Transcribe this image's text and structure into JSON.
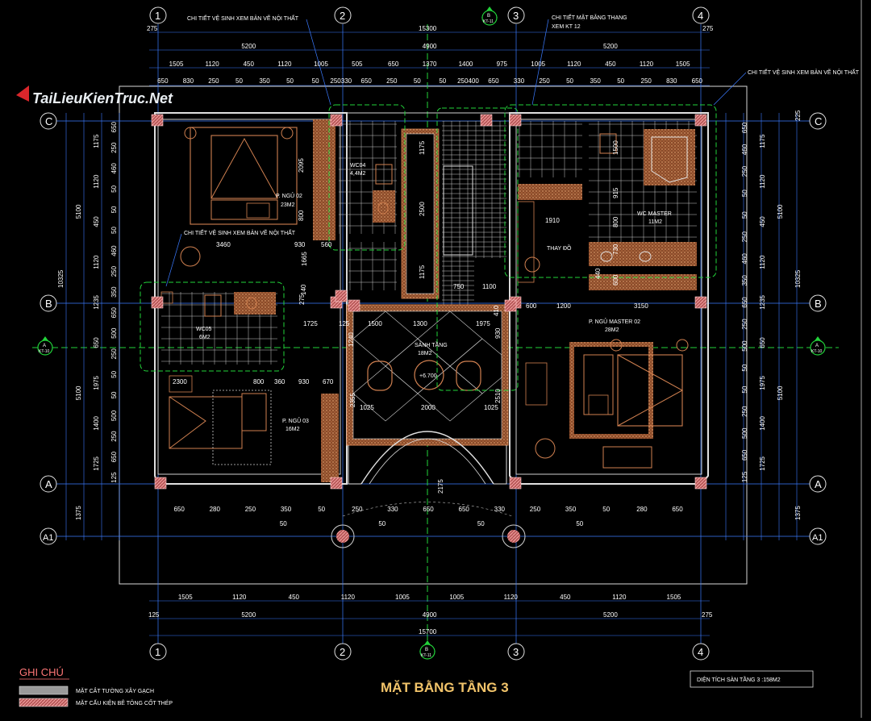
{
  "watermark": "TaiLieuKienTruc.Net",
  "title": "MẶT BẰNG TẦNG 3",
  "area_note": "DIỆN TÍCH SÀN TẦNG 3 :158M2",
  "legend": {
    "heading": "GHI CHÚ",
    "items": [
      "MẶT CẮT TƯỜNG XÂY GẠCH",
      "MẶT CẤU KIỆN BÊ TÔNG CỐT THÉP"
    ]
  },
  "grid": {
    "col_labels": [
      "1",
      "2",
      "3",
      "4"
    ],
    "row_labels": [
      "C",
      "B",
      "A",
      "A1"
    ],
    "section_marker": {
      "letter": "B",
      "sheet": "KT-11"
    },
    "side_marker": {
      "letter": "A",
      "sheet": "KT-10"
    }
  },
  "callouts": {
    "wc_detail_top": "CHI TIẾT VỆ SINH XEM BẢN VẼ NỘI THẤT",
    "stair_detail_1": "CHI TIẾT MẶT BẰNG THANG",
    "stair_detail_2": "XEM KT 12",
    "wc_detail_right": "CHI TIẾT VỆ SINH XEM BẢN VẼ NỘI THẤT",
    "wc_detail_mid": "CHI TIẾT VỆ SINH XEM BẢN VẼ NỘI THẤT"
  },
  "rooms": {
    "bed02_name": "P. NGỦ 02",
    "bed02_area": "23M2",
    "wc04_name": "WC04",
    "wc04_area": "4,4M2",
    "wc05_name": "WC05",
    "wc05_area": "6M2",
    "bed03_name": "P. NGỦ 03",
    "bed03_area": "16M2",
    "hall_name": "SẢNH TẦNG",
    "hall_area": "18M2",
    "level": "+6.700",
    "wcm_name": "WC MASTER",
    "wcm_area": "11M2",
    "change_name": "THAY ĐỒ",
    "master_name": "P. NGỦ MASTER 02",
    "master_area": "28M2"
  },
  "dims": {
    "top_total": "15300",
    "top_l2": [
      "5200",
      "4900",
      "5200"
    ],
    "top_l3": [
      "1505",
      "1120",
      "450",
      "1120",
      "1005",
      "505",
      "650",
      "1370",
      "1400",
      "975",
      "1005",
      "1120",
      "450",
      "1120",
      "1505"
    ],
    "top_l4": [
      "650",
      "830",
      "250",
      "50",
      "350",
      "50",
      "50",
      "250330",
      "650",
      "250",
      "50",
      "50",
      "250400",
      "650",
      "330",
      "250",
      "50",
      "350",
      "50",
      "250",
      "830",
      "650"
    ],
    "bottom_l1": [
      "1505",
      "1120",
      "450",
      "1120",
      "1005",
      "1005",
      "1120",
      "450",
      "1120",
      "1505"
    ],
    "bottom_l2": [
      "5200",
      "4900",
      "5200"
    ],
    "bottom_l3": "15700",
    "bottom_small_top": "125",
    "bottom_small_right": "275",
    "low_dims": [
      "650",
      "280",
      "250",
      "350",
      "50",
      "250",
      "330",
      "650",
      "650",
      "330",
      "250",
      "350",
      "50",
      "280",
      "650",
      "50",
      "50",
      "50",
      "50"
    ],
    "left_total": "10325",
    "left_l2": [
      "5100",
      "5100"
    ],
    "left_l3": [
      "1175",
      "1120",
      "450",
      "1120",
      "1235",
      "650",
      "1975",
      "1400",
      "1725"
    ],
    "left_l4": [
      "650",
      "250",
      "460",
      "50",
      "50",
      "50",
      "460",
      "250",
      "350",
      "650",
      "500",
      "250",
      "50",
      "50",
      "500",
      "250",
      "650",
      "125"
    ],
    "left_bottom": "1375",
    "right_total": "10325",
    "right_l2": [
      "5100",
      "5100"
    ],
    "right_l3": [
      "1175",
      "1120",
      "450",
      "1120",
      "1235",
      "650",
      "1975",
      "1400",
      "1725"
    ],
    "right_l4": [
      "650",
      "460",
      "250",
      "50",
      "50",
      "250",
      "460",
      "350",
      "650",
      "250",
      "500",
      "50",
      "50",
      "250",
      "500",
      "650",
      "125"
    ],
    "right_bottom": "1375",
    "top_left_small": "275",
    "top_right_small": "275",
    "right_c": "225",
    "interior": [
      "2095",
      "800",
      "3460",
      "930",
      "560",
      "1665",
      "275",
      "140",
      "1725",
      "125",
      "1240",
      "1500",
      "1300",
      "1975",
      "930",
      "410",
      "600",
      "1200",
      "3150",
      "2300",
      "800",
      "360",
      "930",
      "670",
      "2355",
      "1025",
      "2000",
      "1025",
      "2510",
      "2175",
      "1175",
      "2500",
      "1175",
      "750",
      "1100",
      "1910",
      "1500",
      "915",
      "800",
      "600",
      "440",
      "730"
    ]
  }
}
